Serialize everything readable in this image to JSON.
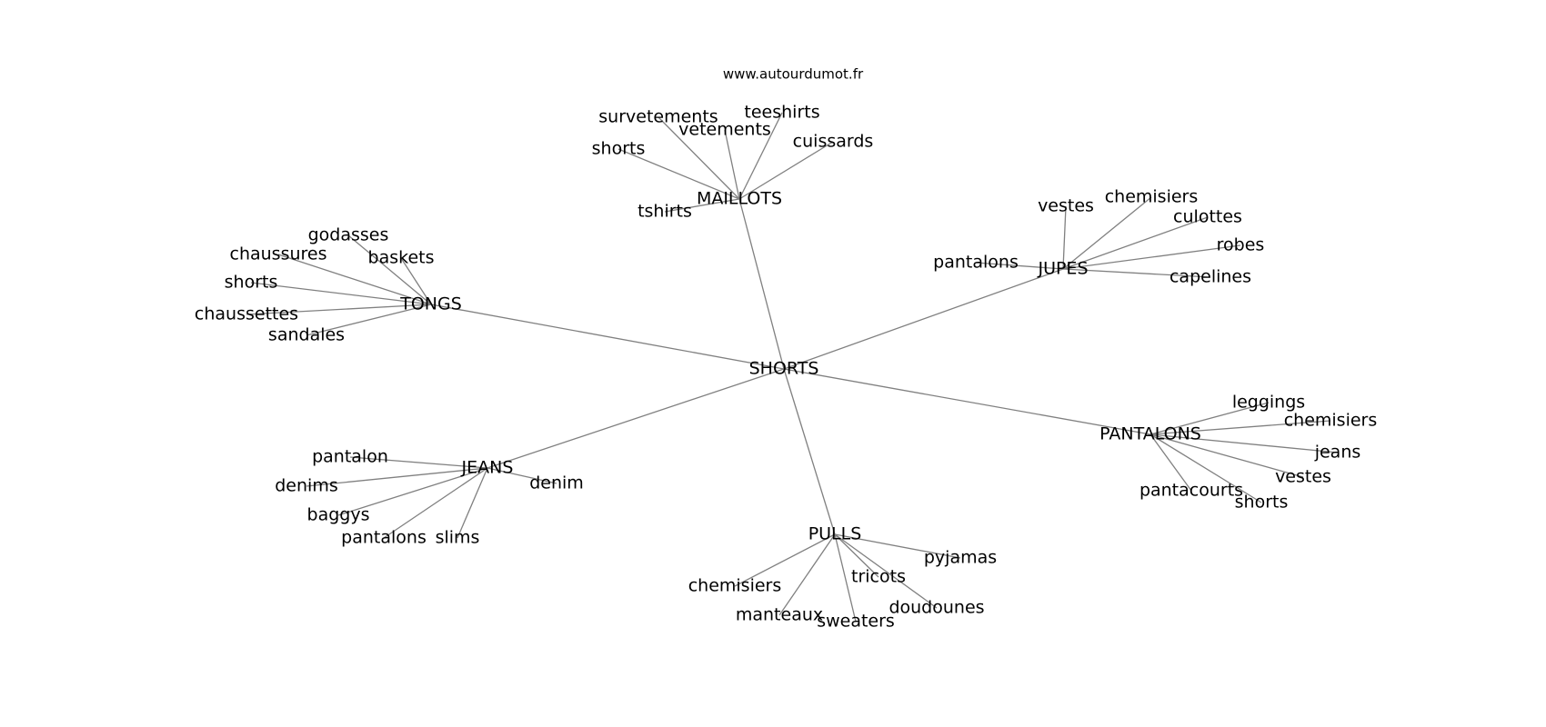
{
  "source": "www.autourdumot.fr",
  "center": {
    "label": "SHORTS"
  },
  "hubs": [
    {
      "id": "maillots",
      "label": "MAILLOTS",
      "words": [
        "survetements",
        "vetements",
        "teeshirts",
        "cuissards",
        "shorts",
        "tshirts"
      ]
    },
    {
      "id": "jupes",
      "label": "JUPES",
      "words": [
        "vestes",
        "chemisiers",
        "culottes",
        "robes",
        "pantalons",
        "capelines"
      ]
    },
    {
      "id": "tongs",
      "label": "TONGS",
      "words": [
        "godasses",
        "chaussures",
        "baskets",
        "shorts",
        "chaussettes",
        "sandales"
      ]
    },
    {
      "id": "pantalons",
      "label": "PANTALONS",
      "words": [
        "leggings",
        "chemisiers",
        "jeans",
        "vestes",
        "pantacourts",
        "shorts"
      ]
    },
    {
      "id": "jeans",
      "label": "JEANS",
      "words": [
        "pantalon",
        "denim",
        "denims",
        "baggys",
        "pantalons",
        "slims"
      ]
    },
    {
      "id": "pulls",
      "label": "PULLS",
      "words": [
        "pyjamas",
        "tricots",
        "chemisiers",
        "doudounes",
        "manteaux",
        "sweaters"
      ]
    }
  ],
  "colors": {
    "edge": "#808080",
    "text": "#000000",
    "background": "#ffffff"
  }
}
